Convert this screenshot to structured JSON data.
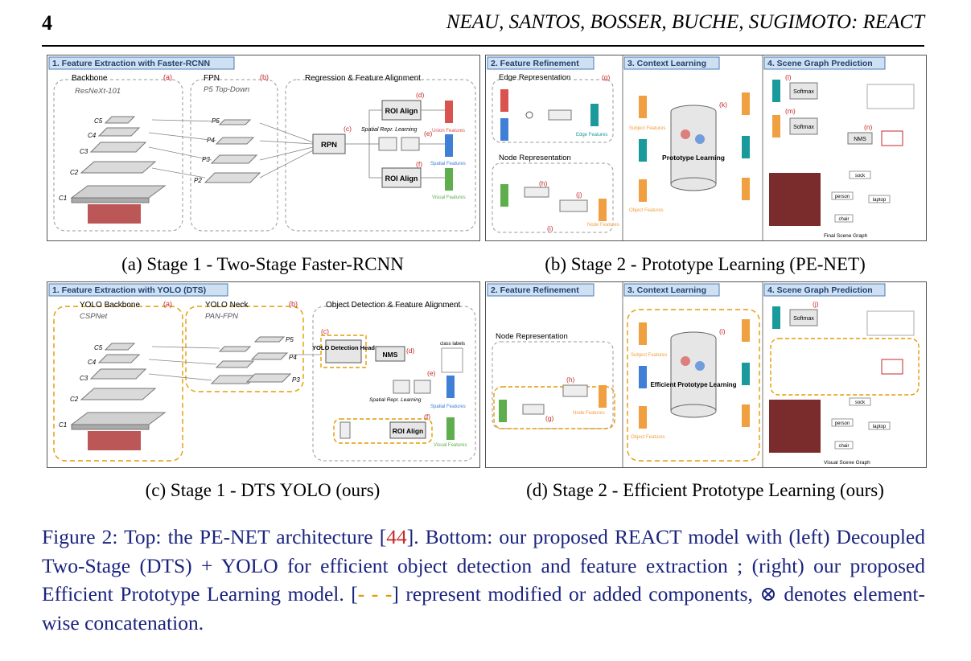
{
  "header": {
    "page_number": "4",
    "running_title": "NEAU, SANTOS, BOSSER, BUCHE, SUGIMOTO: REACT"
  },
  "panel_a": {
    "section_title": "1. Feature Extraction with Faster-RCNN",
    "backbone_label": "Backbone",
    "backbone_sub": "ResNeXt-101",
    "fpn_label": "FPN",
    "fpn_sub": "P5 Top-Down",
    "reg_label": "Regression & Feature Alignment",
    "levels": [
      "C1",
      "C2",
      "C3",
      "C4",
      "C5"
    ],
    "fpn_levels": [
      "P2",
      "P3",
      "P4",
      "P5"
    ],
    "rpn": "RPN",
    "roi_top": "ROI Align",
    "roi_bottom": "ROI Align",
    "spatial_label": "Spatial Repr. Learning",
    "union_features": "Union Features",
    "spatial_features": "Spatial Features",
    "visual_features": "Visual Features",
    "markers": [
      "(a)",
      "(b)",
      "(c)",
      "(d)",
      "(e)",
      "(f)"
    ]
  },
  "panel_b": {
    "refine_title": "2. Feature Refinement",
    "context_title": "3. Context Learning",
    "sgp_title": "4. Scene Graph Prediction",
    "edge_rep": "Edge Representation",
    "node_rep": "Node Representation",
    "edge_features": "Edge Features",
    "node_features": "Node Features",
    "subject_features": "Subject Features",
    "object_features": "Object Features",
    "proto": "Prototype Learning",
    "softmax": "Softmax",
    "nms": "NMS",
    "final_sg": "Final Scene Graph",
    "sg_nodes": [
      "sock",
      "person",
      "laptop",
      "chair"
    ],
    "markers": [
      "(g)",
      "(h)",
      "(i)",
      "(j)",
      "(k)",
      "(l)",
      "(m)",
      "(n)"
    ]
  },
  "panel_c": {
    "section_title": "1. Feature Extraction with YOLO (DTS)",
    "backbone_label": "YOLO Backbone",
    "backbone_sub": "CSPNet",
    "neck_label": "YOLO Neck",
    "neck_sub": "PAN-FPN",
    "det_label": "Object Detection & Feature Alignment",
    "levels": [
      "C1",
      "C2",
      "C3",
      "C4",
      "C5"
    ],
    "neck_levels": [
      "P3",
      "P4",
      "P5"
    ],
    "head": "YOLO Detection Head",
    "nms": "NMS",
    "roi": "ROI Align",
    "spatial_label": "Spatial Repr. Learning",
    "class_labels": "class labels",
    "spatial_features": "Spatial Features",
    "visual_features": "Visual Features",
    "markers": [
      "(a)",
      "(b)",
      "(c)",
      "(d)",
      "(e)",
      "(f)"
    ]
  },
  "panel_d": {
    "refine_title": "2. Feature Refinement",
    "context_title": "3. Context Learning",
    "sgp_title": "4. Scene Graph Prediction",
    "node_rep": "Node Representation",
    "node_features": "Node Features",
    "subject_features": "Subject Features",
    "object_features": "Object Features",
    "proto": "Efficient Prototype Learning",
    "softmax": "Softmax",
    "visual_sg": "Visual Scene Graph",
    "sg_nodes": [
      "sock",
      "person",
      "laptop",
      "chair"
    ],
    "markers": [
      "(g)",
      "(h)",
      "(i)",
      "(j)"
    ]
  },
  "subcaptions": {
    "a": "(a) Stage 1 - Two-Stage Faster-RCNN",
    "b": "(b) Stage 2 - Prototype Learning (PE-NET)",
    "c": "(c) Stage 1 - DTS YOLO (ours)",
    "d": "(d) Stage 2 - Efficient Prototype Learning (ours)"
  },
  "caption": {
    "part1": "Figure 2: Top: the PE-NET architecture [",
    "ref": "44",
    "part2": "]. Bottom: our proposed REACT model with (left) Decoupled Two-Stage (DTS) + YOLO for efficient object detection and feature extraction ; (right) our proposed Efficient Prototype Learning model. [",
    "dash": "- - -",
    "part3": "] represent modified or added components, ⊗ denotes element-wise concatenation."
  },
  "colors": {
    "header_fill": "#cfe0f3",
    "header_stroke": "#4a7db5",
    "red_feature": "#d9534f",
    "blue_feature": "#3f7fd6",
    "teal_feature": "#1a9a9a",
    "green_feature": "#5fae4e",
    "orange_feature": "#f0a040",
    "modified_dash": "#e69a00"
  }
}
